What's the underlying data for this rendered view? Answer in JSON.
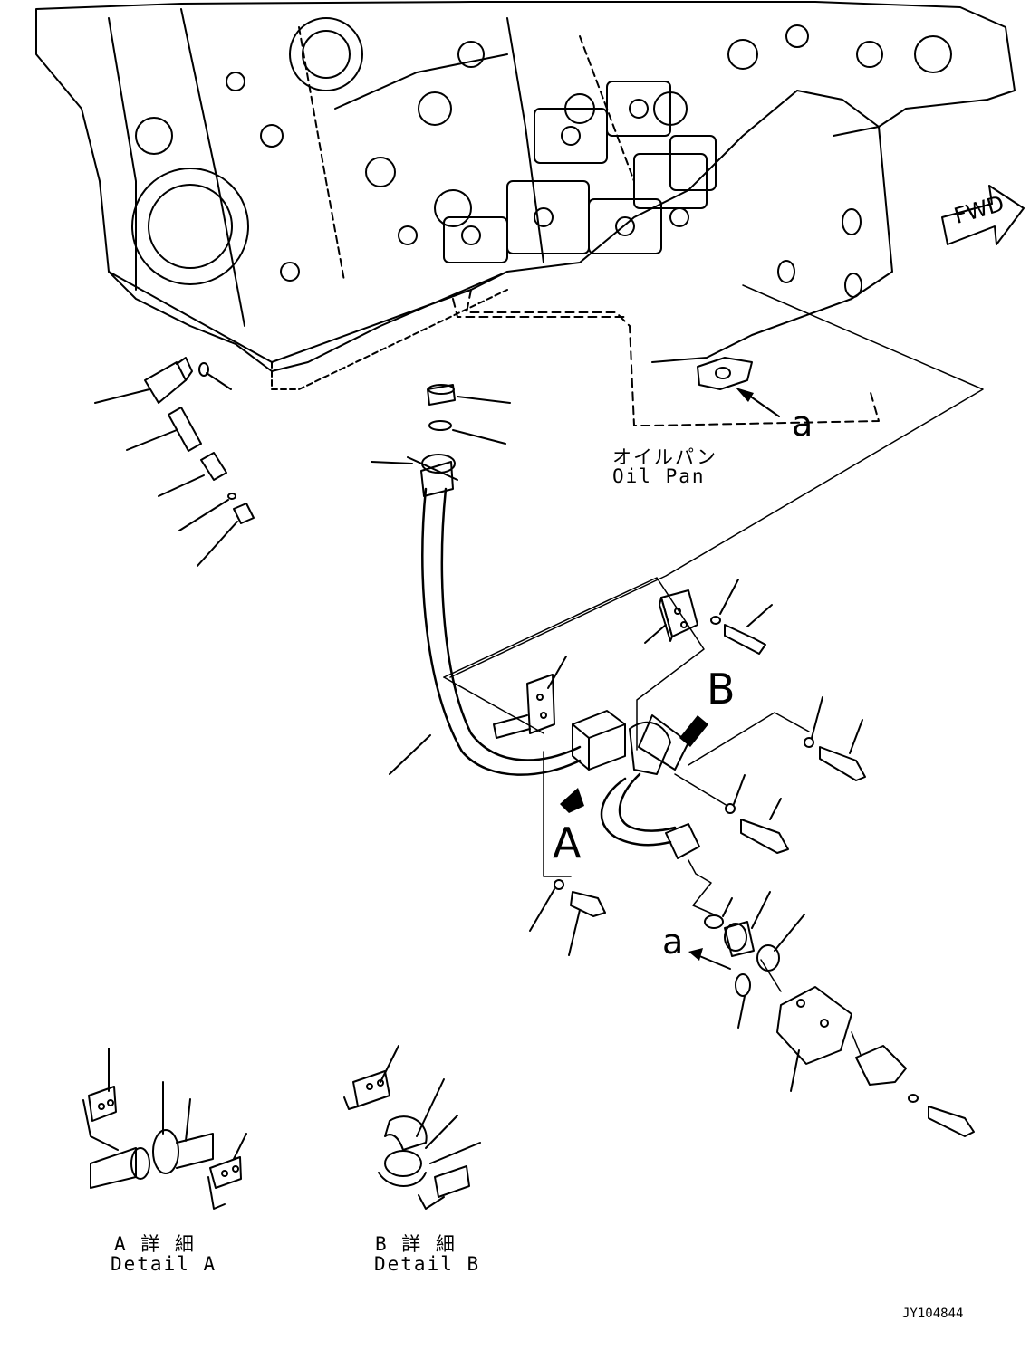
{
  "labels": {
    "fwd": "FWD",
    "callout_a_top": "a",
    "callout_a_bottom": "a",
    "view_a": "A",
    "view_b": "B",
    "oil_pan_jp": "オイルパン",
    "oil_pan_en": "Oil Pan",
    "detail_a_jp": "A 詳 細",
    "detail_a_en": "Detail A",
    "detail_b_jp": "B 詳 細",
    "detail_b_en": "Detail B",
    "drawing_id": "JY104844"
  }
}
